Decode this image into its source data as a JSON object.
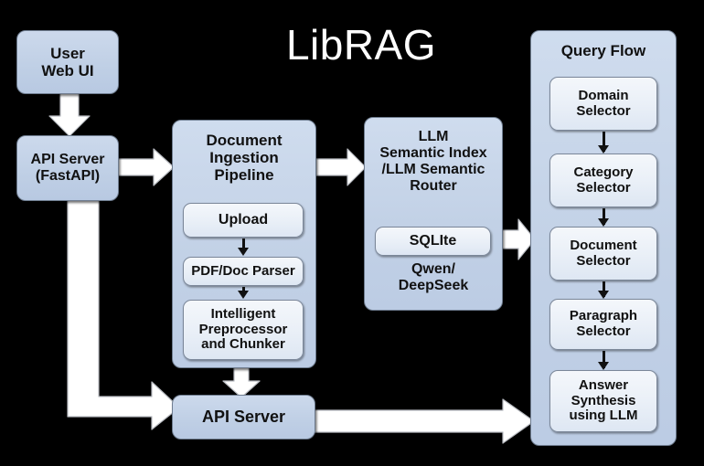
{
  "diagram": {
    "title": "LibRAG",
    "background_color": "#000000",
    "title_color": "#ffffff",
    "panel_fill": "#c2d1e6",
    "inner_fill": "#e9eff7",
    "border_color": "#6f7d90",
    "text_color": "#111111"
  },
  "nodes": {
    "user_web_ui": "User\nWeb UI",
    "api_server_top": "API Server\n(FastAPI)",
    "api_server_bottom": "API Server"
  },
  "ingestion": {
    "title": "Document\nIngestion\nPipeline",
    "steps": [
      {
        "label": "Upload"
      },
      {
        "label": "PDF/Doc Parser"
      },
      {
        "label": "Intelligent\nPreprocessor\nand Chunker"
      }
    ]
  },
  "llm": {
    "title": "LLM\nSemantic Index\n/LLM Semantic\nRouter",
    "store": "SQLIte",
    "models": "Qwen/\nDeepSeek"
  },
  "query_flow": {
    "title": "Query Flow",
    "steps": [
      {
        "label": "Domain\nSelector"
      },
      {
        "label": "Category\nSelector"
      },
      {
        "label": "Document\nSelector"
      },
      {
        "label": "Paragraph\nSelector"
      },
      {
        "label": "Answer\nSynthesis\nusing LLM"
      }
    ]
  }
}
